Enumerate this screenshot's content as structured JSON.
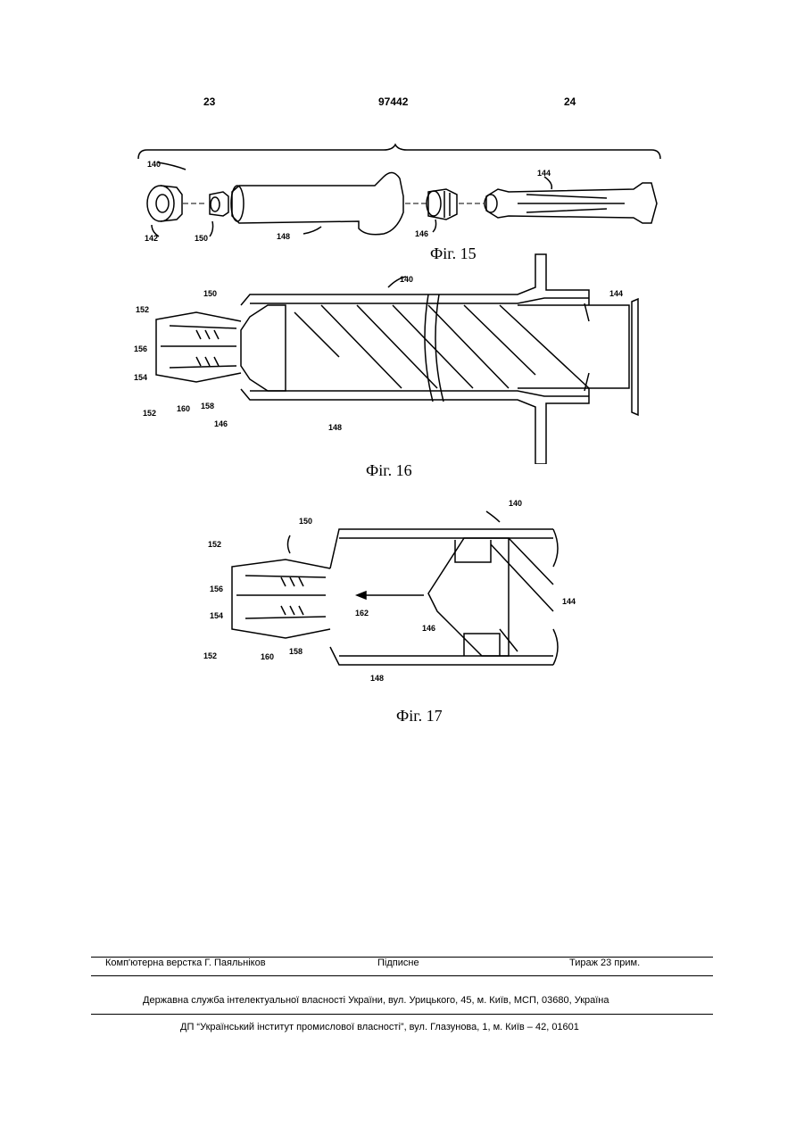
{
  "header": {
    "left_page": "23",
    "patent_number": "97442",
    "right_page": "24"
  },
  "figures": [
    {
      "caption": "Фіг. 15",
      "labels": [
        "140",
        "142",
        "150",
        "148",
        "146",
        "144"
      ]
    },
    {
      "caption": "Фіг. 16",
      "labels": [
        "150",
        "140",
        "144",
        "152",
        "156",
        "154",
        "152",
        "160",
        "158",
        "146",
        "148"
      ]
    },
    {
      "caption": "Фіг. 17",
      "labels": [
        "150",
        "140",
        "152",
        "156",
        "154",
        "152",
        "160",
        "158",
        "162",
        "146",
        "144",
        "148"
      ]
    }
  ],
  "footer": {
    "layout": "Комп'ютерна верстка Г. Паяльніков",
    "signed": "Підписне",
    "circulation": "Тираж 23 прим.",
    "address1": "Державна служба інтелектуальної власності України, вул. Урицького, 45, м. Київ, МСП, 03680, Україна",
    "address2": "ДП “Український інститут промислової власності”, вул. Глазунова, 1, м. Київ – 42, 01601"
  }
}
